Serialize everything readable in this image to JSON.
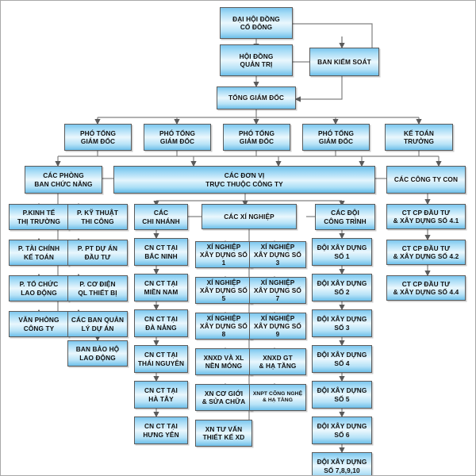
{
  "chart": {
    "title": "Sơ đồ tổ chức công ty",
    "type": "org-chart",
    "background": "#ffffff",
    "border_color": "#a8a8a8",
    "node_fill_top": "#7cc6ee",
    "node_fill_mid": "#eaf7fd",
    "node_fill_bottom": "#6ec0ea",
    "node_border": "#5b5b5b",
    "connector_color": "#808080"
  },
  "nodes": {
    "shareholders_assembly": "ĐẠI HỘI ĐỒNG\nCỔ ĐÔNG",
    "board_of_directors": "HỘI ĐỒNG\nQUẢN TRỊ",
    "supervisory_board": "BAN KIỂM SOÁT",
    "general_director": "TỔNG GIÁM ĐỐC",
    "deputy_1": "PHÓ TỔNG\nGIÁM ĐỐC",
    "deputy_2": "PHÓ TỔNG\nGIÁM ĐỐC",
    "deputy_3": "PHÓ TỔNG\nGIÁM ĐỐC",
    "deputy_4": "PHÓ TỔNG\nGIÁM ĐỐC",
    "chief_accountant": "KẾ TOÁN\nTRƯỞNG",
    "functional_departments": "CÁC PHÒNG\nBAN CHỨC NĂNG",
    "company_units": "CÁC ĐƠN VỊ\nTRỰC THUỘC CÔNG TY",
    "subsidiaries": "CÁC CÔNG TY CON",
    "dept_market_economics": "P.KINH TẾ\nTHỊ TRƯỜNG",
    "dept_finance_accounting": "P. TÀI CHÍNH\nKẾ TOÁN",
    "dept_labor_organization": "P. TỔ CHỨC\nLAO ĐỘNG",
    "dept_company_office": "VĂN PHÒNG\nCÔNG TY",
    "dept_construction_tech": "P. KỸ THUẬT\nTHI CÔNG",
    "dept_investment_projects": "P. PT DỰ ÁN\nĐẦU TƯ",
    "dept_electromech_equipment": "P. CƠ ĐIỆN\nQL THIẾT BỊ",
    "dept_project_mgmt_boards": "CÁC BAN QUẢN\nLÝ DỰ ÁN",
    "dept_labor_protection": "BAN BẢO HỘ\nLAO ĐỘNG",
    "branches": "CÁC\nCHI NHÁNH",
    "branch_bac_ninh": "CN CT TẠI\nBẮC NINH",
    "branch_mien_nam": "CN CT TẠI\nMIỀN NAM",
    "branch_da_nang": "CN CT TẠI\nĐÀ NẴNG",
    "branch_thai_nguyen": "CN CT TẠI\nTHÁI NGUYÊN",
    "branch_ha_tay": "CN CT TẠI\nHÀ TÂY",
    "branch_hung_yen": "CN CT TẠI\nHƯNG YÊN",
    "enterprises": "CÁC XÍ NGHIỆP",
    "enterprise_1": "XÍ NGHIỆP\nXÂY DỰNG SỐ 1",
    "enterprise_3": "XÍ NGHIỆP\nXÂY DỰNG SỐ 3",
    "enterprise_5": "XÍ NGHIỆP\nXÂY DỰNG SỐ 5",
    "enterprise_7": "XÍ NGHIỆP\nXÂY DỰNG SỐ 7",
    "enterprise_8": "XÍ NGHIỆP\nXÂY DỰNG SỐ 8",
    "enterprise_9": "XÍ NGHIỆP\nXÂY DỰNG SỐ 9",
    "enterprise_foundation": "XNXD VÀ XL\nNỀN MÓNG",
    "enterprise_transport_infra": "XNXD GT\n& HẠ TẦNG",
    "enterprise_machinery_repair": "XN CƠ GIỚI\n& SỬA CHỮA",
    "enterprise_tech_infra": "XNPT CÔNG NGHỆ\n& HẠ TẦNG",
    "enterprise_design_consult": "XN TƯ VẤN\nTHIẾT KẾ XD",
    "project_teams": "CÁC ĐỘI\nCÔNG TRÌNH",
    "team_1": "ĐỘI XÂY DỰNG\nSỐ 1",
    "team_2": "ĐỘI XÂY DỰNG\nSỐ 2",
    "team_3": "ĐỘI XÂY DỰNG\nSỐ 3",
    "team_4": "ĐỘI XÂY DỰNG\nSỐ 4",
    "team_5": "ĐỘI XÂY DỰNG\nSỐ 5",
    "team_6": "ĐỘI XÂY DỰNG\nSỐ 6",
    "team_7_10": "ĐỘI XÂY DỰNG\nSỐ 7,8,9,10",
    "subsidiary_41": "CT CP ĐẦU TƯ\n& XÂY DỰNG SỐ 4.1",
    "subsidiary_42": "CT CP ĐẦU TƯ\n& XÂY DỰNG SỐ 4.2",
    "subsidiary_44": "CT CP ĐẦU TƯ\n& XÂY DỰNG SỐ 4.4"
  }
}
